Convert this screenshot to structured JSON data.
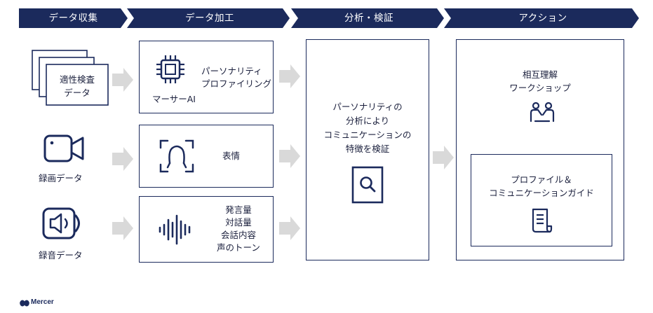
{
  "header": {
    "stages": [
      {
        "label": "データ収集"
      },
      {
        "label": "データ加工"
      },
      {
        "label": "分析・検証"
      },
      {
        "label": "アクション"
      }
    ]
  },
  "collection": {
    "survey_label_1": "適性検査",
    "survey_label_2": "データ",
    "video_label": "録画データ",
    "audio_label": "録音データ"
  },
  "processing": {
    "box1_line1": "パーソナリティ",
    "box1_line2": "プロファイリング",
    "box1_caption": "マーサーAI",
    "box2_label": "表情",
    "box3_lines": [
      "発言量",
      "対話量",
      "会話内容",
      "声のトーン"
    ]
  },
  "analysis": {
    "lines": [
      "パーソナリティの",
      "分析により",
      "コミュニケーションの",
      "特徴を検証"
    ]
  },
  "action": {
    "top_line1": "相互理解",
    "top_line2": "ワークショップ",
    "inner_line1": "プロファイル＆",
    "inner_line2": "コミュニケーションガイド"
  },
  "footer": {
    "logo_text": "Mercer"
  },
  "colors": {
    "navy": "#1b2a5c",
    "arrow_gray": "#d9d9d9"
  }
}
